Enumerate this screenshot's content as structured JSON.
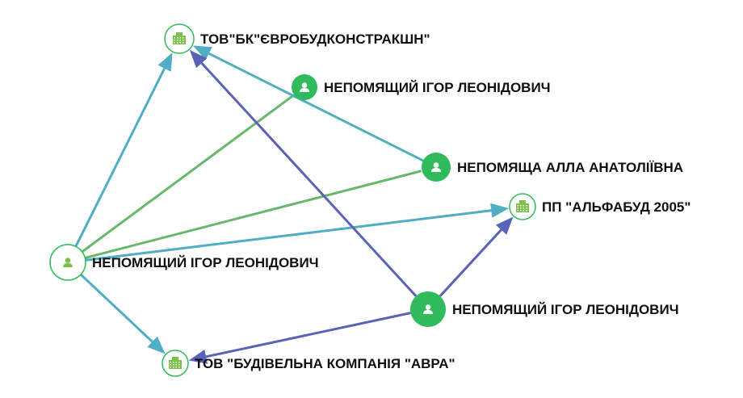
{
  "colors": {
    "ownership": "#4fadc4",
    "management": "#5b63b7",
    "relation": "#66b86a",
    "node_green": "#2fbb5c",
    "icon_green": "#7cc04b"
  },
  "nodes": [
    {
      "id": "c1",
      "type": "company",
      "label": "ТОВ\"БК\"ЄВРОБУДКОНСТРАКШН\""
    },
    {
      "id": "p2",
      "type": "person",
      "label": "НЕПОМЯЩИЙ ІГОР ЛЕОНІДОВИЧ"
    },
    {
      "id": "p3",
      "type": "person",
      "label": "НЕПОМЯЩА АЛЛА АНАТОЛІЇВНА"
    },
    {
      "id": "c4",
      "type": "company",
      "label": "ПП \"АЛЬФАБУД 2005\""
    },
    {
      "id": "p5",
      "type": "person-main",
      "label": "НЕПОМЯЩИЙ ІГОР ЛЕОНІДОВИЧ"
    },
    {
      "id": "p6",
      "type": "person",
      "label": "НЕПОМЯЩИЙ ІГОР ЛЕОНІДОВИЧ"
    },
    {
      "id": "c7",
      "type": "company",
      "label": "ТОВ \"БУДІВЕЛЬНА КОМПАНІЯ \"АВРА\""
    }
  ],
  "edges": [
    {
      "from": "p5",
      "to": "c1",
      "kind": "ownership",
      "arrow": true
    },
    {
      "from": "p5",
      "to": "p2",
      "kind": "relation",
      "arrow": false
    },
    {
      "from": "p5",
      "to": "p3",
      "kind": "relation",
      "arrow": false
    },
    {
      "from": "p5",
      "to": "c4",
      "kind": "ownership",
      "arrow": true
    },
    {
      "from": "p5",
      "to": "c7",
      "kind": "ownership",
      "arrow": true
    },
    {
      "from": "p3",
      "to": "c1",
      "kind": "ownership",
      "arrow": true
    },
    {
      "from": "p6",
      "to": "c1",
      "kind": "management",
      "arrow": true
    },
    {
      "from": "p6",
      "to": "c4",
      "kind": "management",
      "arrow": true
    },
    {
      "from": "p6",
      "to": "c7",
      "kind": "management",
      "arrow": true
    }
  ]
}
